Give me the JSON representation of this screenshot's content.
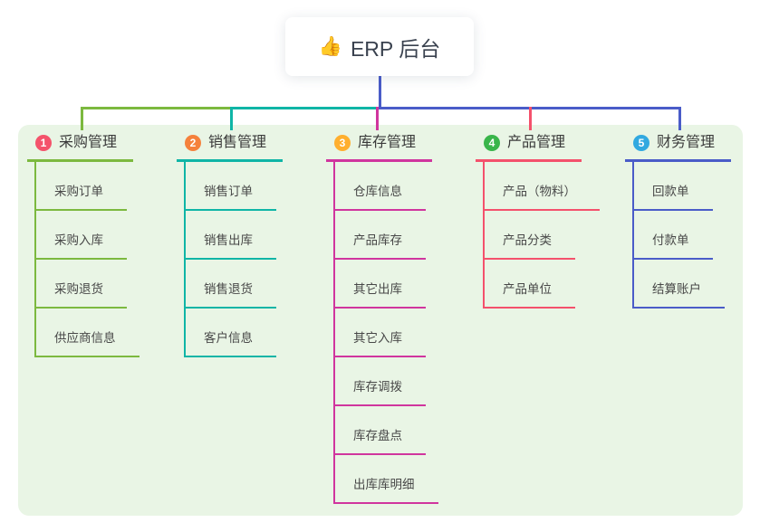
{
  "root": {
    "icon": "thumbs-up",
    "icon_glyph": "👍",
    "label": "ERP 后台"
  },
  "branches": [
    {
      "num": "1",
      "title": "采购管理",
      "badge_color": "#f4536b",
      "line_color": "#7cb93f",
      "children": [
        "采购订单",
        "采购入库",
        "采购退货",
        "供应商信息"
      ]
    },
    {
      "num": "2",
      "title": "销售管理",
      "badge_color": "#f5813c",
      "line_color": "#0fb5a6",
      "children": [
        "销售订单",
        "销售出库",
        "销售退货",
        "客户信息"
      ]
    },
    {
      "num": "3",
      "title": "库存管理",
      "badge_color": "#ffaf2e",
      "line_color": "#d0359e",
      "children": [
        "仓库信息",
        "产品库存",
        "其它出库",
        "其它入库",
        "库存调拨",
        "库存盘点",
        "出库库明细"
      ]
    },
    {
      "num": "4",
      "title": "产品管理",
      "badge_color": "#39b54a",
      "line_color": "#f4516c",
      "children": [
        "产品（物料）",
        "产品分类",
        "产品单位"
      ]
    },
    {
      "num": "5",
      "title": "财务管理",
      "badge_color": "#31a9e0",
      "line_color": "#4a5cc8",
      "children": [
        "回款单",
        "付款单",
        "结算账户"
      ]
    }
  ],
  "colors": {
    "panel_bg": "#e9f5e5",
    "root_stem": "#4a5cc8",
    "root_text": "#39414e",
    "title_text": "#3a3a3a",
    "child_text": "#484848"
  }
}
